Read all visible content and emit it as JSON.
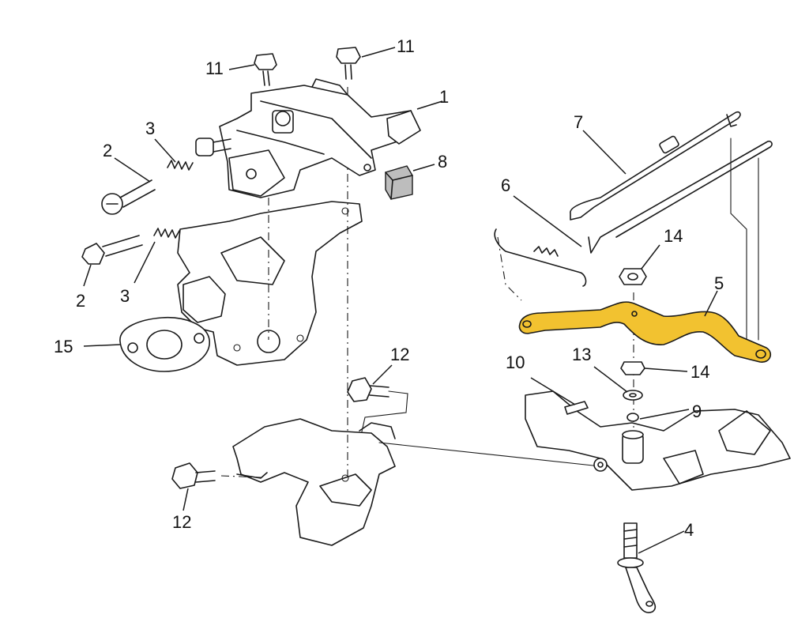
{
  "accent_color": "#f2c230",
  "callouts": [
    {
      "id": "c1",
      "text": "1"
    },
    {
      "id": "c2a",
      "text": "2"
    },
    {
      "id": "c2b",
      "text": "2"
    },
    {
      "id": "c3a",
      "text": "3"
    },
    {
      "id": "c3b",
      "text": "3"
    },
    {
      "id": "c4",
      "text": "4"
    },
    {
      "id": "c5",
      "text": "5"
    },
    {
      "id": "c6",
      "text": "6"
    },
    {
      "id": "c7",
      "text": "7"
    },
    {
      "id": "c8",
      "text": "8"
    },
    {
      "id": "c9",
      "text": "9"
    },
    {
      "id": "c10",
      "text": "10"
    },
    {
      "id": "c11a",
      "text": "11"
    },
    {
      "id": "c11b",
      "text": "11"
    },
    {
      "id": "c12a",
      "text": "12"
    },
    {
      "id": "c12b",
      "text": "12"
    },
    {
      "id": "c13",
      "text": "13"
    },
    {
      "id": "c14a",
      "text": "14"
    },
    {
      "id": "c14b",
      "text": "14"
    },
    {
      "id": "c15",
      "text": "15"
    }
  ]
}
